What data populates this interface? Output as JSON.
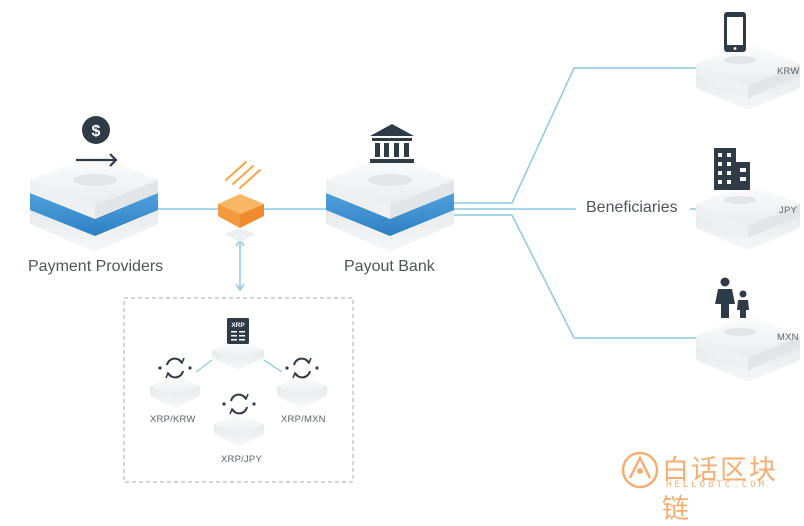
{
  "labels": {
    "payment_providers": "Payment Providers",
    "payout_bank": "Payout Bank",
    "beneficiaries": "Beneficiaries",
    "krw": "KRW",
    "jpy": "JPY",
    "mxn": "MXN",
    "xrp_krw": "XRP/KRW",
    "xrp_jpy": "XRP/JPY",
    "xrp_mxn": "XRP/MXN",
    "xrp_doc": "XRP"
  },
  "watermark": {
    "chinese": "白话区块链",
    "english": "HELLOBTC.COM"
  },
  "colors": {
    "accent_blue": "#3d8fd1",
    "line_blue": "#8cc9e2",
    "orange": "#f6a448",
    "icon_dark": "#2f3b47"
  },
  "icons": [
    "dollar-icon",
    "arrow-right-icon",
    "bank-icon",
    "phone-icon",
    "building-icon",
    "family-icon",
    "exchange-icon",
    "document-icon"
  ]
}
